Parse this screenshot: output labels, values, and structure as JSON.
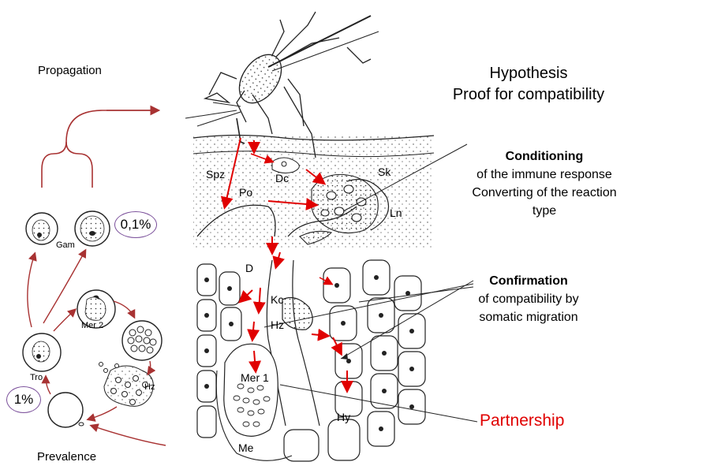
{
  "left": {
    "propagation": "Propagation",
    "prevalence": "Prevalence",
    "gam_label": "Gam",
    "mer2_label": "Mer 2",
    "tro_label": "Tro",
    "hz_label": "Hz",
    "pct_gam": "0,1%",
    "pct_tro": "1%"
  },
  "right": {
    "hypothesis_line1": "Hypothesis",
    "hypothesis_line2": "Proof for compatibility",
    "conditioning_title": "Conditioning",
    "conditioning_l1": "of the immune response",
    "conditioning_l2": "Converting of the reaction",
    "conditioning_l3": "type",
    "confirmation_title": "Confirmation",
    "confirmation_l1": "of compatibility by",
    "confirmation_l2": "somatic migration",
    "partnership": "Partnership"
  },
  "drawing_labels": {
    "spz": "Spz",
    "dc": "Dc",
    "sk": "Sk",
    "po": "Po",
    "ln": "Ln",
    "d": "D",
    "kc": "Kc",
    "hz": "Hz",
    "mer1": "Mer 1",
    "hy": "Hy",
    "me": "Me"
  },
  "colors": {
    "arrow_red": "#e00000",
    "cycle_arrow": "#a83232",
    "circle_outline": "#7a4f9a",
    "partnership": "#e00000"
  }
}
